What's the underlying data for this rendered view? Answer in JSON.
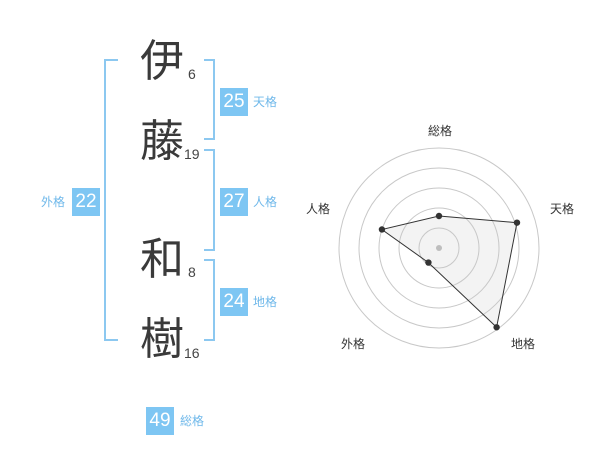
{
  "name": {
    "characters": [
      {
        "char": "伊",
        "strokes": "6"
      },
      {
        "char": "藤",
        "strokes": "19"
      },
      {
        "char": "和",
        "strokes": "8"
      },
      {
        "char": "樹",
        "strokes": "16"
      }
    ]
  },
  "fortune": {
    "tenkaku": {
      "value": "25",
      "label": "天格"
    },
    "jinkaku": {
      "value": "27",
      "label": "人格"
    },
    "chikaku": {
      "value": "24",
      "label": "地格"
    },
    "gaikaku": {
      "value": "22",
      "label": "外格"
    },
    "soukaku": {
      "value": "49",
      "label": "総格"
    }
  },
  "colors": {
    "accent": "#7ec6f3",
    "bracket": "#8cc8f0",
    "label": "#6fb8ea"
  },
  "radar": {
    "axes": [
      {
        "label": "総格",
        "level": 0.32
      },
      {
        "label": "天格",
        "level": 0.82
      },
      {
        "label": "地格",
        "level": 0.98
      },
      {
        "label": "外格",
        "level": 0.18
      },
      {
        "label": "人格",
        "level": 0.6
      }
    ]
  }
}
